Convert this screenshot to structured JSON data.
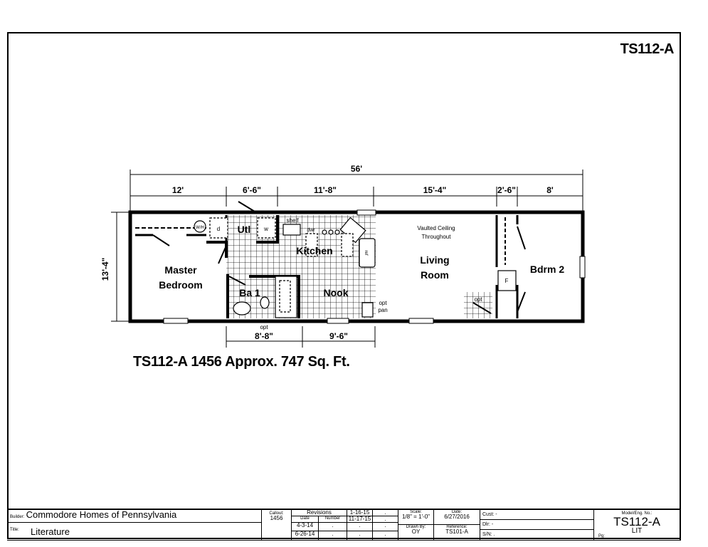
{
  "model_top": "TS112-A",
  "plan": {
    "overall_width": "56'",
    "depth": "13'-4\"",
    "top_dims": [
      "12'",
      "6'-6\"",
      "11'-8\"",
      "15'-4\"",
      "2'-6\"",
      "8'"
    ],
    "bottom_dims": [
      "8'-8\"",
      "9'-6\""
    ],
    "rooms": {
      "master": [
        "Master",
        "Bedroom"
      ],
      "util": "Utl",
      "kitchen": "Kitchen",
      "bath": "Ba 1",
      "nook": "Nook",
      "living": [
        "Living",
        "Room"
      ],
      "bdrm2": "Bdrm 2"
    },
    "notes": {
      "vaulted": [
        "Vaulted Ceiling",
        "Throughout"
      ],
      "shelf": "shelf",
      "dwr": "dwr",
      "opt_pan": [
        "opt",
        "pan"
      ],
      "opt_bath": "opt",
      "opt_living": "opt",
      "d": "d",
      "w": "w",
      "f": "F",
      "ref": "ref",
      "wh": "W/H"
    }
  },
  "caption": "TS112-A 1456  Approx. 747 Sq. Ft.",
  "title_block": {
    "builder_label": "Builder:",
    "builder": "Commodore Homes of Pennsylvania",
    "title_label": "Title:",
    "title": "Literature",
    "callout_label": "Callout:",
    "callout": "1456",
    "revisions_label": "Revisions",
    "date_label": "Date",
    "number_label": "Number",
    "rev_dates": [
      "4-3-14",
      "6-26-14"
    ],
    "rev_numbers": [
      ".",
      "."
    ],
    "rev_dates2": [
      "1-16-15",
      "11-17-15",
      ".",
      "."
    ],
    "rev_numbers2": [
      ".",
      ".",
      ".",
      "."
    ],
    "scale_label": "Scale:",
    "scale": "1/8\" = 1'-0\"",
    "drawn_label": "Drawn By:",
    "drawn": "OY",
    "date_label2": "Date:",
    "date": "6/27/2016",
    "reference_label": "Reference:",
    "reference": "TS101-A",
    "cust": "Cust: -",
    "dir": "Dlr:  -",
    "sn": "S/N:  .",
    "model_label": "Model/Eng. No.:",
    "model": "TS112-A",
    "pg_label": "Pg:",
    "pg": "LIT"
  }
}
